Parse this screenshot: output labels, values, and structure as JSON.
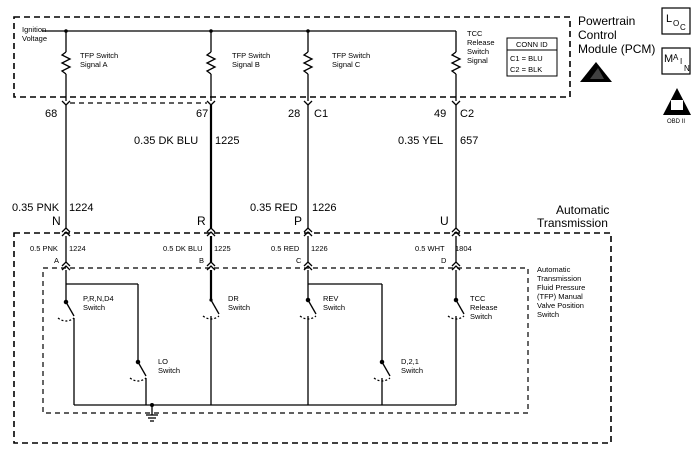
{
  "pcm": {
    "title_line1": "Powertrain",
    "title_line2": "Control",
    "title_line3": "Module (PCM)",
    "ignition_line1": "Ignition",
    "ignition_line2": "Voltage",
    "signals": [
      {
        "line1": "TFP Switch",
        "line2": "Signal A"
      },
      {
        "line1": "TFP Switch",
        "line2": "Signal B"
      },
      {
        "line1": "TFP Switch",
        "line2": "Signal C"
      },
      {
        "line1": "TCC",
        "line2": "Release",
        "line3": "Switch",
        "line4": "Signal"
      }
    ],
    "conn_id": {
      "title": "CONN ID",
      "c1": "C1 = BLU",
      "c2": "C2 = BLK"
    },
    "pins": [
      {
        "pin": "68",
        "conn": ""
      },
      {
        "pin": "67",
        "conn": ""
      },
      {
        "pin": "28",
        "conn": "C1"
      },
      {
        "pin": "49",
        "conn": "C2"
      }
    ]
  },
  "icons": {
    "loc_main": "L",
    "loc_sub": "O",
    "loc_c": "C",
    "main_m": "M",
    "main_a": "A",
    "main_i": "I",
    "main_n": "N",
    "obd": "OBD II"
  },
  "harness": [
    {
      "label": "0.35 PNK",
      "circuit": "1224",
      "letter": "N"
    },
    {
      "label": "0.35 DK BLU",
      "circuit": "1225",
      "letter": "R"
    },
    {
      "label": "0.35 RED",
      "circuit": "1226",
      "letter": "P"
    },
    {
      "label": "0.35 YEL",
      "circuit": "657",
      "letter": "U"
    }
  ],
  "transmission": {
    "title_line1": "Automatic",
    "title_line2": "Transmission",
    "inner_wires": [
      {
        "label": "0.5 PNK",
        "circuit": "1224",
        "pin": "A"
      },
      {
        "label": "0.5 DK BLU",
        "circuit": "1225",
        "pin": "B"
      },
      {
        "label": "0.5 RED",
        "circuit": "1226",
        "pin": "C"
      },
      {
        "label": "0.5 WHT",
        "circuit": "1804",
        "pin": "D"
      }
    ],
    "assembly": {
      "line1": "Automatic",
      "line2": "Transmission",
      "line3": "Fluid Pressure",
      "line4": "(TFP) Manual",
      "line5": "Valve Position",
      "line6": "Switch"
    },
    "switches": [
      {
        "line1": "P,R,N,D4",
        "line2": "Switch"
      },
      {
        "line1": "DR",
        "line2": "Switch"
      },
      {
        "line1": "REV",
        "line2": "Switch"
      },
      {
        "line1": "TCC",
        "line2": "Release",
        "line3": "Switch"
      },
      {
        "line1": "LO",
        "line2": "Switch"
      },
      {
        "line1": "D,2,1",
        "line2": "Switch"
      }
    ]
  }
}
